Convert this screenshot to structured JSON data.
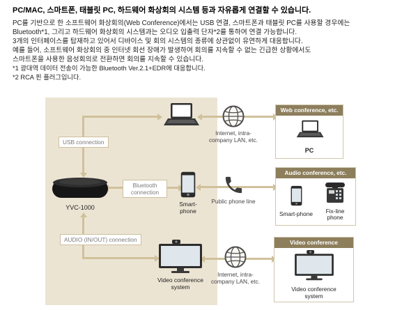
{
  "intro": {
    "title": "PC/MAC, 스마트폰, 태블릿 PC, 하드웨어 화상회의 시스템 등과 자유롭게 연결할 수 있습니다.",
    "body": [
      "PC를 기반으로 한 소프트웨어 화상회의(Web Conference)에서는 USB 연결, 스마트폰과 태블릿 PC를 사용할 경우에는",
      "Bluetooth*1, 그리고 하드웨어 화상회의 시스템과는 오디오 입출력 단자*2를 통하여 연결 가능합니다.",
      "3개의 인터페이스를 탑재하고 있어서 디바이스 및 회의 시스템의 종류에 상관없이 유연하게 대응합니다.",
      "예를 들어, 소프트웨어 화상회의 중 인터넷 회선 장애가 발생하여 회의를 지속할 수 없는 긴급한 상황에서도",
      "스마트폰을 사용한 음성회의로 전환하면 회의를 지속할 수 있습니다."
    ],
    "footnotes": [
      "*1 광대역 데이터 전송이 가능한 Bluetooth Ver.2.1+EDR에 대응합니다.",
      "*2 RCA 핀 플러그입니다."
    ]
  },
  "diagram": {
    "yvc_label": "YVC-1000",
    "connections": {
      "usb": "USB connection",
      "bluetooth": "Bluetooth connection",
      "audio": "AUDIO (IN/OUT) connection"
    },
    "left": {
      "smartphone": "Smart-phone",
      "video_system": "Video conference system"
    },
    "middle": {
      "lan_top": "Internet, intra-company LAN, etc.",
      "phone": "Public phone line",
      "lan_bottom": "Internet, intra-company LAN, etc."
    },
    "boxes": {
      "web": {
        "title": "Web conference, etc.",
        "pc": "PC"
      },
      "audio": {
        "title": "Audio conference, etc.",
        "smartphone": "Smart-phone",
        "fixline": "Fix-line phone"
      },
      "video": {
        "title": "Video conference",
        "system": "Video conference system"
      }
    }
  },
  "colors": {
    "panel_bg": "#ece4d3",
    "arrow": "#d0c19b",
    "header_bg": "#8d7e5c",
    "label_border": "#cdbf9e",
    "label_text": "#7a7a7a"
  }
}
